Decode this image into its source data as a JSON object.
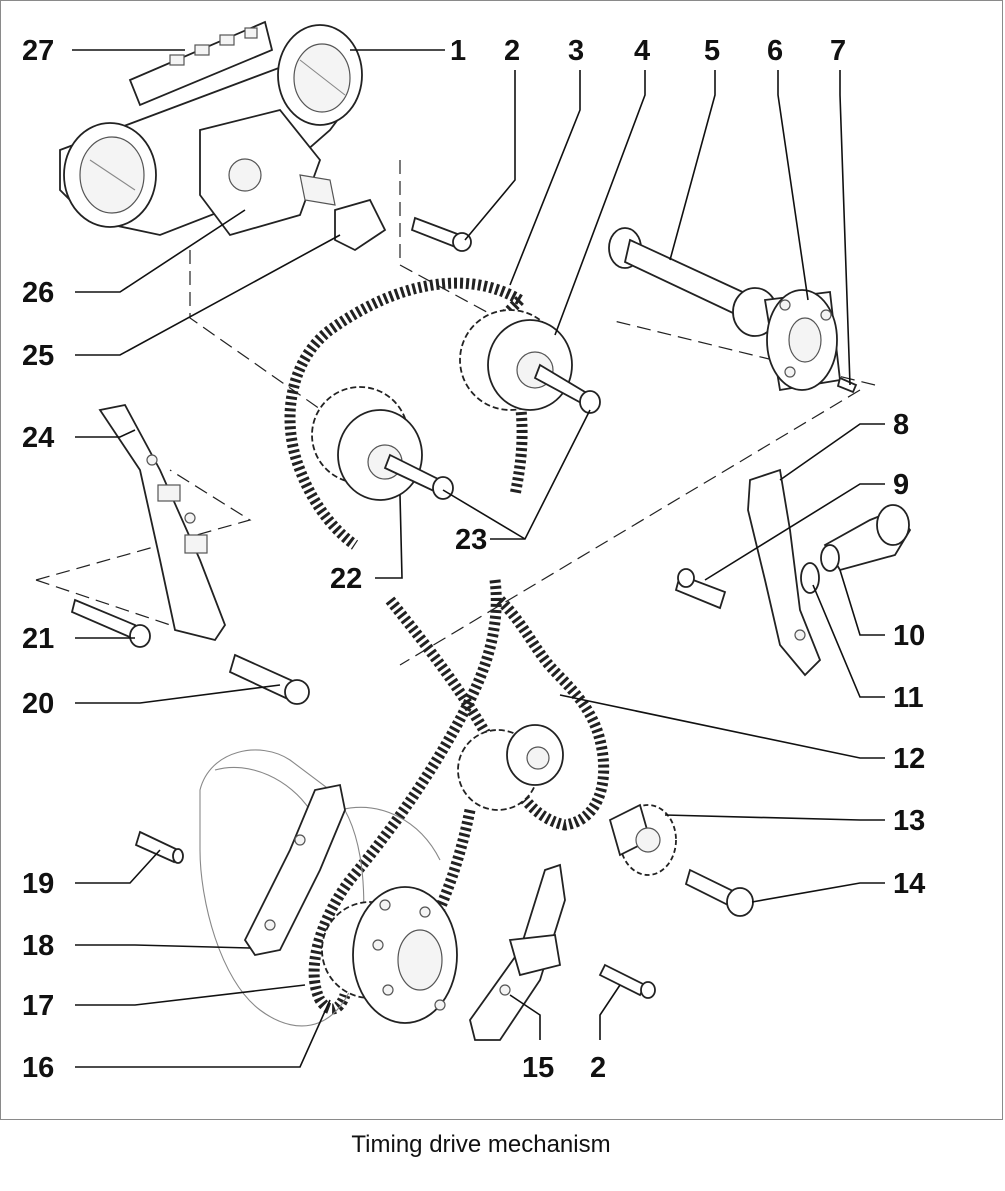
{
  "caption": "Timing drive mechanism",
  "callouts": [
    "27",
    "1",
    "2",
    "3",
    "4",
    "5",
    "6",
    "7",
    "26",
    "25",
    "24",
    "8",
    "9",
    "10",
    "23",
    "22",
    "21",
    "11",
    "20",
    "12",
    "13",
    "19",
    "14",
    "18",
    "17",
    "16",
    "15",
    "2"
  ]
}
